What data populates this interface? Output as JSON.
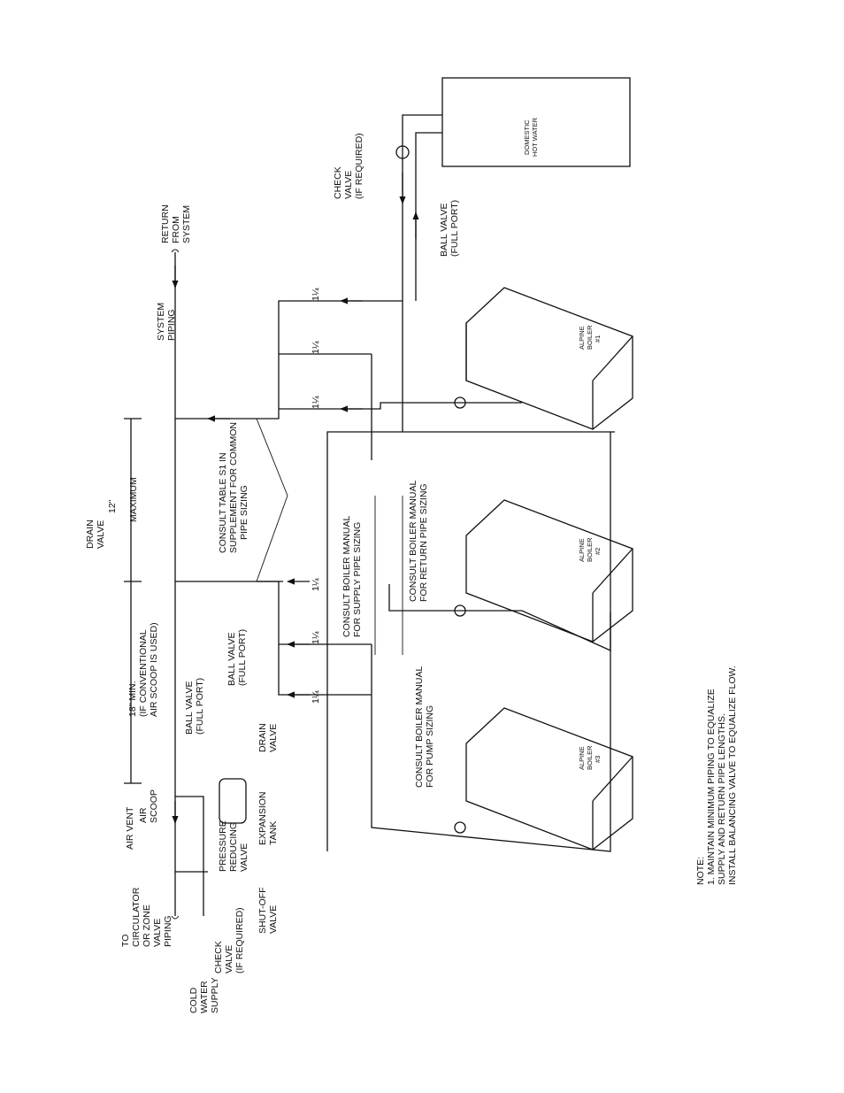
{
  "labels": {
    "return": [
      "RETURN",
      "FROM",
      "SYSTEM"
    ],
    "system_piping": [
      "SYSTEM",
      "PIPING"
    ],
    "check_valve_top": [
      "CHECK",
      "VALVE",
      "(IF REQUIRED)"
    ],
    "ball_valve_top": [
      "BALL VALVE",
      "(FULL PORT)"
    ],
    "domestic": [
      "DOMESTIC",
      "HOT WATER"
    ],
    "drain_valve_top": [
      "DRAIN",
      "VALVE"
    ],
    "twelve_max": [
      "12\"",
      "MAXIMUM"
    ],
    "consult_common": [
      "CONSULT TABLE S1 IN",
      "SUPPLEMENT FOR COMMON",
      "PIPE SIZING"
    ],
    "consult_supply": [
      "CONSULT BOILER MANUAL",
      "FOR SUPPLY PIPE SIZING"
    ],
    "consult_return": [
      "CONSULT BOILER MANUAL",
      "FOR RETURN PIPE SIZING"
    ],
    "consult_pump": [
      "CONSULT BOILER MANUAL",
      "FOR PUMP SIZING"
    ],
    "eighteen_min": [
      "18\" MIN.",
      "(IF CONVENTIONAL",
      "AIR SCOOP IS USED)"
    ],
    "ball_valve_a": [
      "BALL VALVE",
      "(FULL PORT)"
    ],
    "ball_valve_b": [
      "BALL VALVE",
      "(FULL PORT)"
    ],
    "drain_valve_bottom": [
      "DRAIN",
      "VALVE"
    ],
    "expansion_tank": [
      "EXPANSION",
      "TANK"
    ],
    "air_vent": "AIR VENT",
    "air_scoop": [
      "AIR",
      "SCOOP"
    ],
    "pressure_reducing": [
      "PRESSURE",
      "REDUCING",
      "VALVE"
    ],
    "shutoff": [
      "SHUT-OFF",
      "VALVE"
    ],
    "to_circulator": [
      "TO",
      "CIRCULATOR",
      "OR ZONE",
      "VALVE",
      "PIPING"
    ],
    "check_valve_bottom": [
      "CHECK",
      "VALVE",
      "(IF REQUIRED)"
    ],
    "cold_water": [
      "COLD",
      "WATER",
      "SUPPLY"
    ],
    "pipe_size": "1¼",
    "boilers": [
      {
        "name": [
          "ALPINE",
          "BOILER",
          "#1"
        ]
      },
      {
        "name": [
          "ALPINE",
          "BOILER",
          "#2"
        ]
      },
      {
        "name": [
          "ALPINE",
          "BOILER",
          "#3"
        ]
      }
    ],
    "note": [
      "NOTE:",
      "1. MAINTAIN MINIMUM PIPING TO EQUALIZE",
      "SUPPLY AND RETURN PIPE LENGTHS.",
      "INSTALL BALANCING VALVE TO EQUALIZE FLOW."
    ]
  }
}
